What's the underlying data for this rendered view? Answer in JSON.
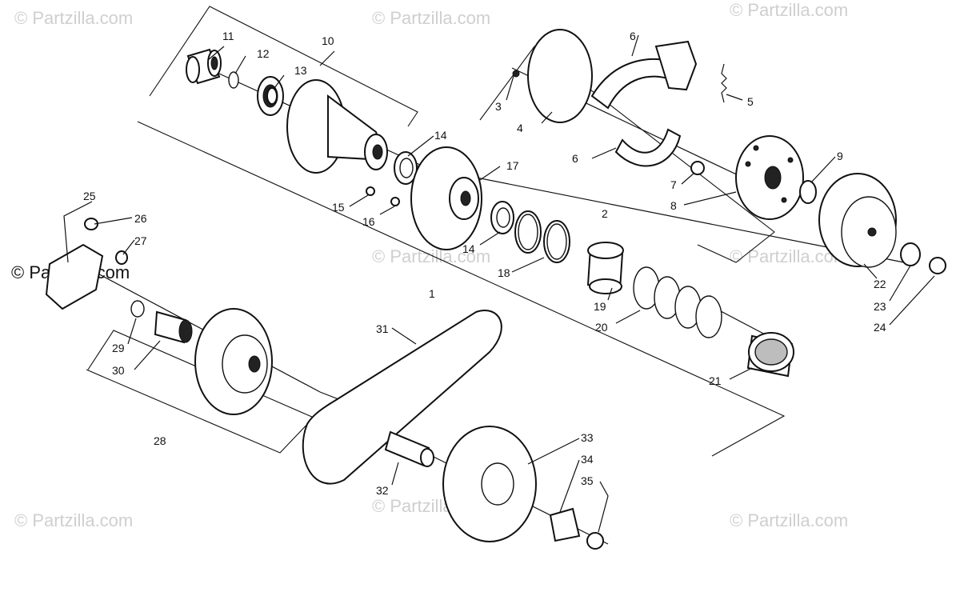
{
  "watermark": {
    "text": "© Partzilla.com"
  },
  "callouts": [
    {
      "id": "1",
      "label": "1"
    },
    {
      "id": "2",
      "label": "2"
    },
    {
      "id": "3",
      "label": "3"
    },
    {
      "id": "4",
      "label": "4"
    },
    {
      "id": "5",
      "label": "5"
    },
    {
      "id": "6a",
      "label": "6"
    },
    {
      "id": "6b",
      "label": "6"
    },
    {
      "id": "7",
      "label": "7"
    },
    {
      "id": "8",
      "label": "8"
    },
    {
      "id": "9",
      "label": "9"
    },
    {
      "id": "10",
      "label": "10"
    },
    {
      "id": "11",
      "label": "11"
    },
    {
      "id": "12",
      "label": "12"
    },
    {
      "id": "13",
      "label": "13"
    },
    {
      "id": "14a",
      "label": "14"
    },
    {
      "id": "14b",
      "label": "14"
    },
    {
      "id": "15",
      "label": "15"
    },
    {
      "id": "16",
      "label": "16"
    },
    {
      "id": "17",
      "label": "17"
    },
    {
      "id": "18",
      "label": "18"
    },
    {
      "id": "19",
      "label": "19"
    },
    {
      "id": "20",
      "label": "20"
    },
    {
      "id": "21",
      "label": "21"
    },
    {
      "id": "22",
      "label": "22"
    },
    {
      "id": "23",
      "label": "23"
    },
    {
      "id": "24",
      "label": "24"
    },
    {
      "id": "25",
      "label": "25"
    },
    {
      "id": "26",
      "label": "26"
    },
    {
      "id": "27",
      "label": "27"
    },
    {
      "id": "28",
      "label": "28"
    },
    {
      "id": "29",
      "label": "29"
    },
    {
      "id": "30",
      "label": "30"
    },
    {
      "id": "31",
      "label": "31"
    },
    {
      "id": "32",
      "label": "32"
    },
    {
      "id": "33",
      "label": "33"
    },
    {
      "id": "34",
      "label": "34"
    },
    {
      "id": "35",
      "label": "35"
    }
  ]
}
